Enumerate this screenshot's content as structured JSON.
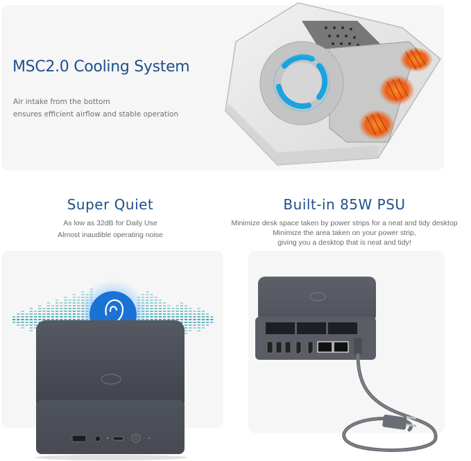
{
  "sections": {
    "cooling": {
      "title": "MSC2.0 Cooling System",
      "lines": [
        "Air intake from the bottom",
        "ensures efficient airflow and stable operation"
      ],
      "image": "transparent-mini-pc-fan-heatsink"
    },
    "quiet": {
      "title": "Super Quiet",
      "lines": [
        "As low as 32dB for Daily Use",
        "Almost inaudible operating noise"
      ],
      "image": "mini-pc-front-with-ear-icon-soundwave",
      "icon": "ear-icon"
    },
    "psu": {
      "title": "Built-in 85W PSU",
      "lines": [
        "Minimize desk space taken by power strips for a neat and tidy desktop",
        "Minimize the area taken on your power strip,",
        "giving you a desktop that is neat and tidy!"
      ],
      "image": "mini-pc-rear-with-power-cable"
    }
  },
  "colors": {
    "heading": "#1e4f8c",
    "panel": "#f6f6f6",
    "accent_blue": "#1a73d4",
    "wave_teal": "#3aa6b5",
    "heat_orange": "#f07020",
    "device_gray": "#4a4d54"
  }
}
